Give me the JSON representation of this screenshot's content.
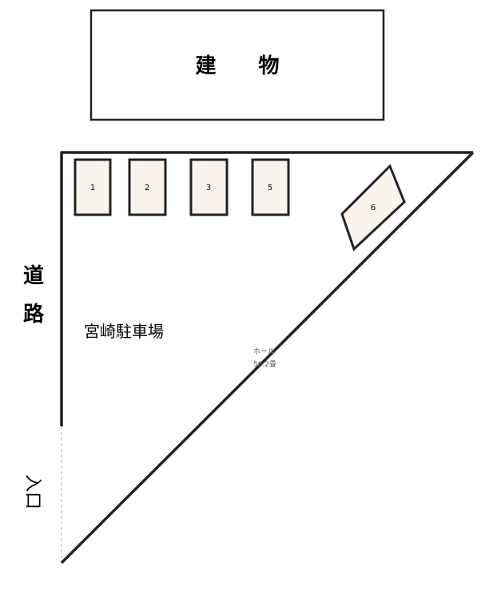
{
  "building": {
    "label": "建 物"
  },
  "road": {
    "label_1": "道",
    "label_2": "路"
  },
  "entrance": {
    "label": "入口"
  },
  "lot": {
    "name": "宮崎駐車場"
  },
  "hall": {
    "line1": "ホール",
    "line2": "56.2畳"
  },
  "slots": [
    {
      "label": "1"
    },
    {
      "label": "2"
    },
    {
      "label": "3"
    },
    {
      "label": "5"
    },
    {
      "label": "6"
    }
  ],
  "colors": {
    "slot_fill": "#fbf4ec",
    "line": "#222222"
  }
}
